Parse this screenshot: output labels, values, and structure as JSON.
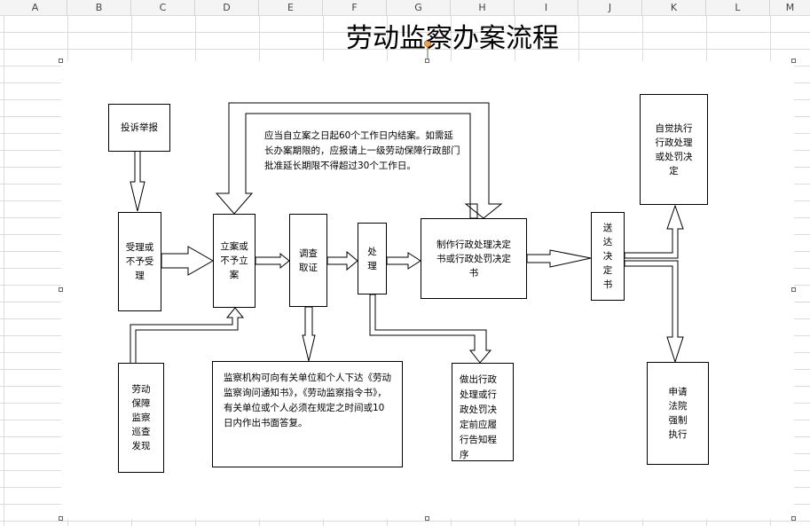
{
  "spreadsheet": {
    "columns": [
      "A",
      "B",
      "C",
      "D",
      "E",
      "F",
      "G",
      "H",
      "I",
      "J",
      "K",
      "L",
      "M"
    ]
  },
  "flowchart": {
    "title": "劳动监察办案流程",
    "nodes": {
      "complaint": "投诉举报",
      "accept": "受理或不予受理",
      "file_case": "立案或不予立案",
      "investigate": "调查取证",
      "handle": "处理",
      "decision": "制作行政处理决定书或行政处罚决定书",
      "serve": "送达决定书",
      "voluntary": "自觉执行行政处理或处罚决定",
      "court": "申请法院强制执行",
      "inspection": "劳动保障监察巡查发现",
      "notice_issue": "监察机构可向有关单位和个人下达《劳动监察询问通知书》，《劳动监察指令书》，有关单位或个人必须在规定之时间或10日内作出书面答复。",
      "pre_notice": "做出行政处理或行政处罚决定前应履行告知程序"
    },
    "deadline_note": "应当自立案之日起60个工作日内结案。如需延长办案期限的，应报请上一级劳动保障行政部门批准延长期限不得超过30个工作日。"
  }
}
